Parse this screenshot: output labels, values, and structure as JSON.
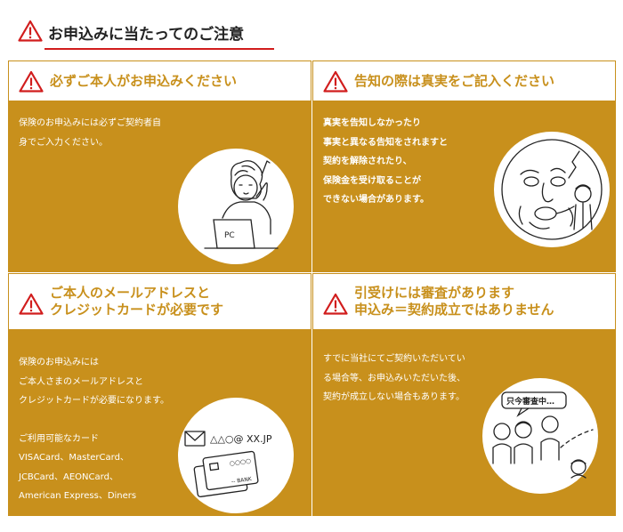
{
  "header": {
    "title": "お申込みに当たってのご注意"
  },
  "panels": [
    {
      "title": "必ずご本人がお申込みください",
      "body": [
        "保険のお申込みには必ずご契約者自",
        "身でご入力ください。"
      ],
      "illustration": {
        "icon": "person-at-laptop-icon",
        "label": "PC"
      }
    },
    {
      "title": "告知の際は真実をご記入ください",
      "body": [
        "真実を告知しなかったり",
        "事実と異なる告知をされますと",
        "契約を解除されたり、",
        "保険金を受け取ることが",
        "できない場合があります。"
      ],
      "illustration": {
        "icon": "mouth-of-truth-icon"
      }
    },
    {
      "title_lines": [
        "ご本人のメールアドレスと",
        "クレジットカードが必要です"
      ],
      "body": [
        "保険のお申込みには",
        "ご本人さまのメールアドレスと",
        "クレジットカードが必要になります。"
      ],
      "cards_heading": "ご利用可能なカード",
      "cards": [
        "VISACard、MasterCard、",
        "JCBCard、AEONCard、",
        "American Express、Diners"
      ],
      "illustration": {
        "icon": "mail-and-credit-card-icon",
        "email": "△△○@ XX.JP",
        "card_text": "○○○○",
        "card_name": "-- BANK"
      }
    },
    {
      "title_lines": [
        "引受けには審査があります",
        "申込み＝契約成立ではありません"
      ],
      "body": [
        "すでに当社にてご契約いただいてい",
        "る場合等、お申込みいただいた後、",
        "契約が成立しない場合もあります。"
      ],
      "illustration": {
        "icon": "people-reviewing-icon",
        "bubble": "只今審査中…"
      }
    }
  ],
  "colors": {
    "accent": "#c8901c",
    "warning": "#d11d1d",
    "underline": "#d11d1d"
  }
}
